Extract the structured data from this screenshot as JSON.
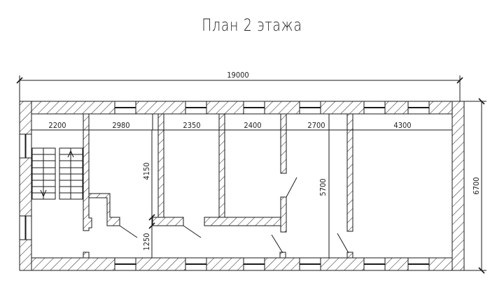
{
  "title": "План 2 этажа",
  "colors": {
    "line": "#1a1a1a",
    "background": "#ffffff",
    "hatch": "#333333"
  },
  "dimensions": {
    "overall_length": "19000",
    "overall_width": "6700",
    "rooms": [
      "2200",
      "2980",
      "2350",
      "2400",
      "2700",
      "4300"
    ],
    "vertical_room2": "4150",
    "vertical_room2_lower": "1250",
    "vertical_corridor": "5700"
  },
  "legend": {
    "stair_direction_up": "arrow-up",
    "stair_direction_down": "arrow-down"
  }
}
